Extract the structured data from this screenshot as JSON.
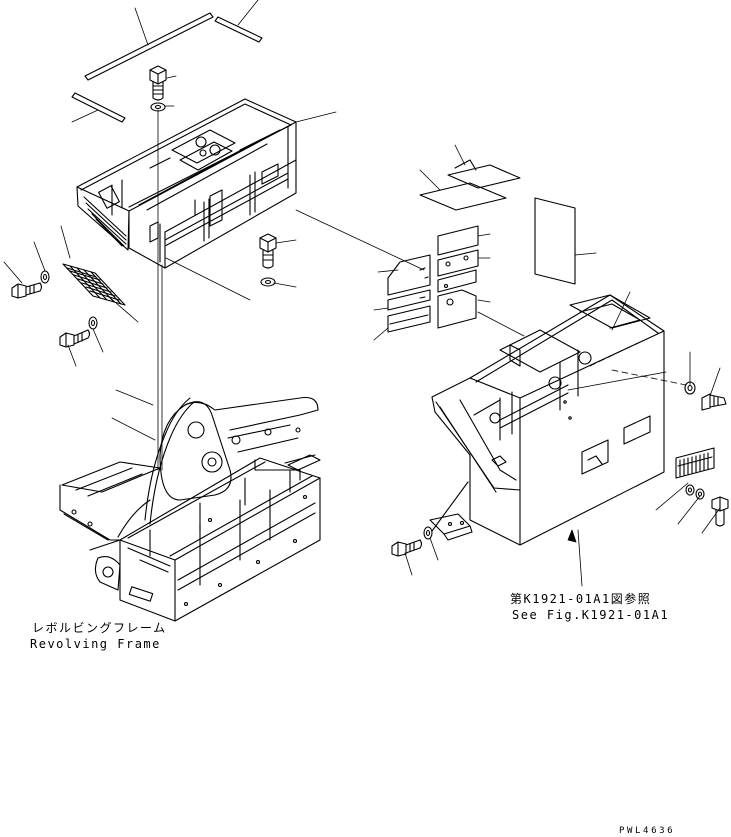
{
  "labels": {
    "revolving_frame_jp": "レボルビングフレーム",
    "revolving_frame_en": "Revolving Frame",
    "reference_jp": "第K1921-01A1図参照",
    "reference_en": "See Fig.K1921-01A1",
    "drawing_code": "PWL4636"
  },
  "colors": {
    "line": "#000000",
    "background": "#ffffff"
  }
}
